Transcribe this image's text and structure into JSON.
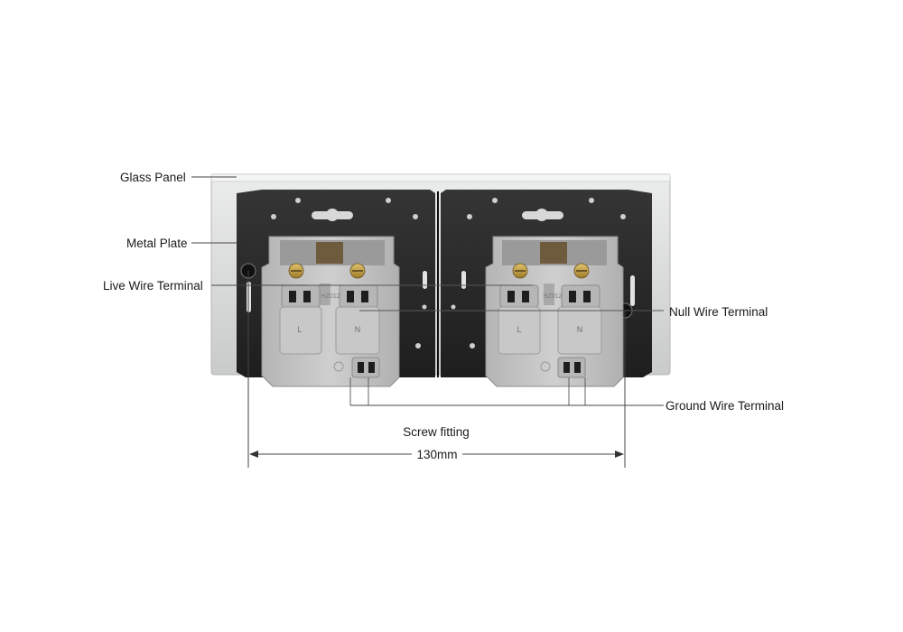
{
  "labels": {
    "glass_panel": "Glass Panel",
    "metal_plate": "Metal Plate",
    "live_wire_terminal": "Live Wire Terminal",
    "null_wire_terminal": "Null Wire Terminal",
    "ground_wire_terminal": "Ground Wire Terminal",
    "screw_fitting": "Screw fitting",
    "dimension": "130mm"
  },
  "module_marks": {
    "live": "L",
    "neutral": "N",
    "model": "HZ012"
  },
  "colors": {
    "glass": "#dcdedd",
    "metal_plate": "#2b2b2b",
    "module_body": "#bdbdbd",
    "module_face": "#c9c9c9",
    "terminal_brass": "#c8a24a"
  }
}
